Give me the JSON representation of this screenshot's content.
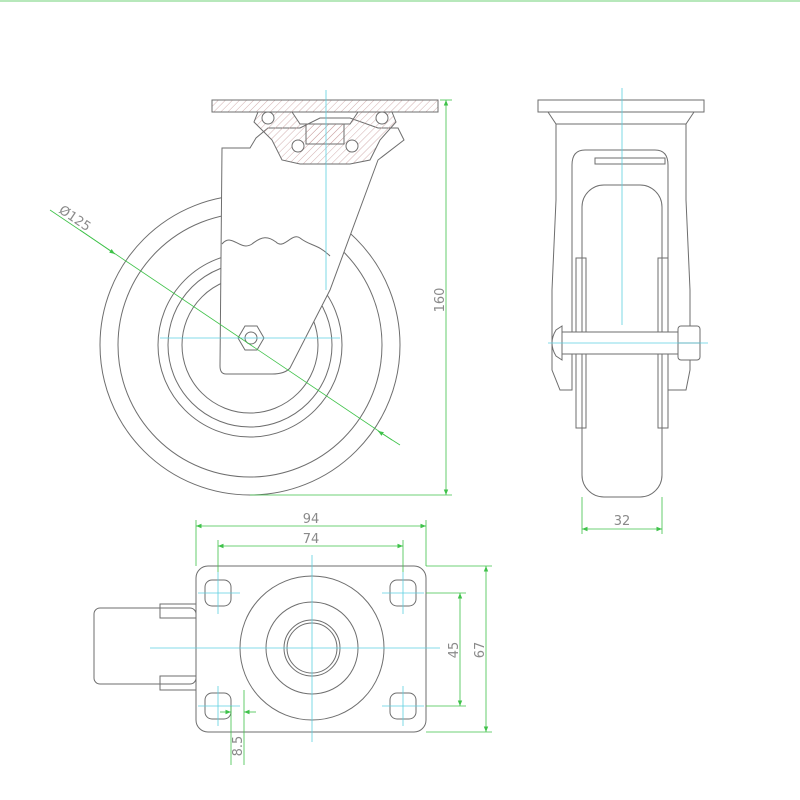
{
  "colors": {
    "outline": "#6e6e6e",
    "centerline": "#5ccfe0",
    "dimension": "#3fc24a",
    "hatch": "#c79a9a",
    "dimension_text": "#8a8a8a",
    "background": "#ffffff"
  },
  "views": {
    "front": {
      "diameter_label": "Ø125",
      "height_label": "160"
    },
    "side": {
      "width_label": "32"
    },
    "top": {
      "plate_width_label": "94",
      "hole_spacing_x_label": "74",
      "hole_spacing_y_label": "45",
      "plate_depth_label": "67",
      "hole_diameter_label": "8.5"
    }
  }
}
